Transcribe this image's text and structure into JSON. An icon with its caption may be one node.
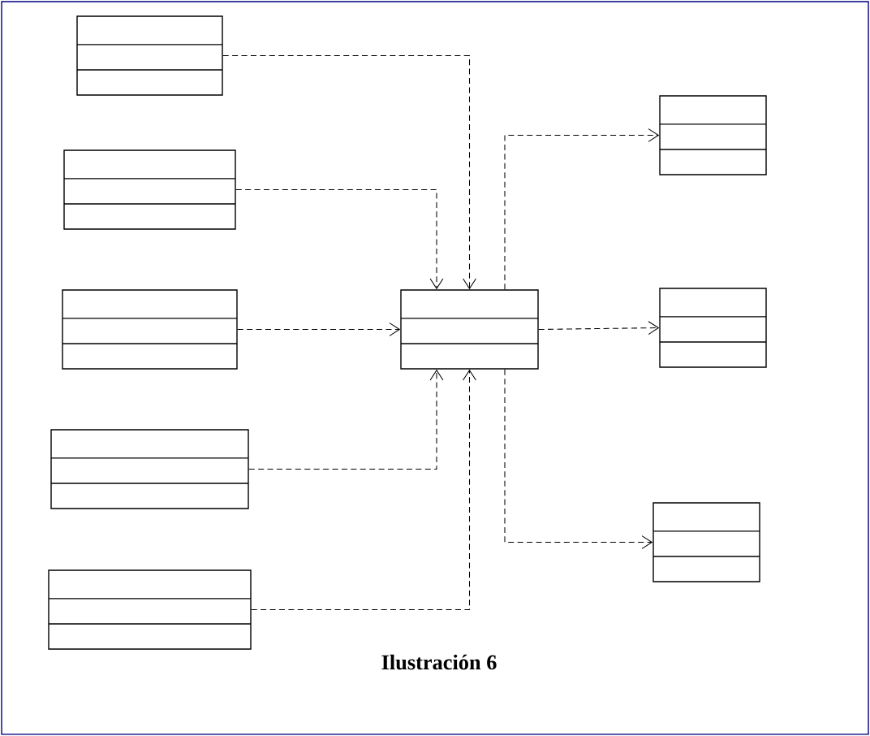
{
  "diagram": {
    "caption": "Ilustración 6",
    "nodes": [
      {
        "text": [],
        "shape": "box"
      },
      {
        "text": [],
        "shape": "box"
      },
      {
        "text": [],
        "shape": "box"
      },
      {
        "text": [],
        "shape": "box"
      },
      {
        "text": [],
        "shape": "box"
      },
      {
        "text": [],
        "shape": "box"
      },
      {
        "text": [],
        "shape": "box"
      },
      {
        "text": [],
        "shape": "box"
      },
      {
        "text": [],
        "shape": "box"
      }
    ],
    "edges": [
      {
        "from": 0,
        "to": 5,
        "arrow": "to",
        "style": "dashed"
      },
      {
        "from": 1,
        "to": 5,
        "arrow": "to",
        "style": "dashed"
      },
      {
        "from": 2,
        "to": 5,
        "arrow": "to",
        "style": "dashed"
      },
      {
        "from": 3,
        "to": 5,
        "arrow": "to",
        "style": "dashed"
      },
      {
        "from": 4,
        "to": 5,
        "arrow": "to",
        "style": "dashed"
      },
      {
        "from": 5,
        "to": 6,
        "arrow": "to",
        "style": "dashed"
      },
      {
        "from": 5,
        "to": 7,
        "arrow": "to",
        "style": "dashed"
      },
      {
        "from": 5,
        "to": 8,
        "arrow": "to",
        "style": "dashed"
      }
    ]
  }
}
